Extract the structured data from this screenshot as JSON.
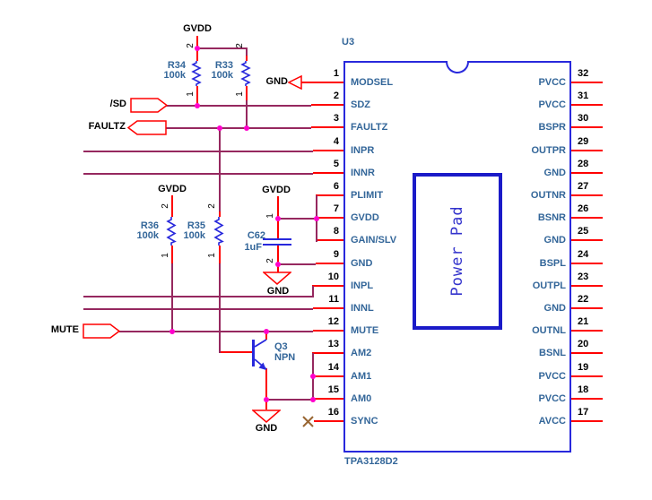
{
  "colors": {
    "wire": "#96285F",
    "pin_red": "#FF0000",
    "symbol_blue": "#2828DC",
    "text_blue": "#336699",
    "junction": "#FF00CC",
    "power_pad_border": "#1A1AC8",
    "power_pad_text": "#3333CC",
    "no_connect": "#996633",
    "black": "#000000"
  },
  "ic": {
    "refdes": "U3",
    "part_number": "TPA3128D2",
    "power_pad_label": "Power Pad",
    "left_pins": [
      {
        "num": "1",
        "name": "MODSEL"
      },
      {
        "num": "2",
        "name": "SDZ"
      },
      {
        "num": "3",
        "name": "FAULTZ"
      },
      {
        "num": "4",
        "name": "INPR"
      },
      {
        "num": "5",
        "name": "INNR"
      },
      {
        "num": "6",
        "name": "PLIMIT"
      },
      {
        "num": "7",
        "name": "GVDD"
      },
      {
        "num": "8",
        "name": "GAIN/SLV"
      },
      {
        "num": "9",
        "name": "GND"
      },
      {
        "num": "10",
        "name": "INPL"
      },
      {
        "num": "11",
        "name": "INNL"
      },
      {
        "num": "12",
        "name": "MUTE"
      },
      {
        "num": "13",
        "name": "AM2"
      },
      {
        "num": "14",
        "name": "AM1"
      },
      {
        "num": "15",
        "name": "AM0"
      },
      {
        "num": "16",
        "name": "SYNC"
      }
    ],
    "right_pins": [
      {
        "num": "32",
        "name": "PVCC"
      },
      {
        "num": "31",
        "name": "PVCC"
      },
      {
        "num": "30",
        "name": "BSPR"
      },
      {
        "num": "29",
        "name": "OUTPR"
      },
      {
        "num": "28",
        "name": "GND"
      },
      {
        "num": "27",
        "name": "OUTNR"
      },
      {
        "num": "26",
        "name": "BSNR"
      },
      {
        "num": "25",
        "name": "GND"
      },
      {
        "num": "24",
        "name": "BSPL"
      },
      {
        "num": "23",
        "name": "OUTPL"
      },
      {
        "num": "22",
        "name": "GND"
      },
      {
        "num": "21",
        "name": "OUTNL"
      },
      {
        "num": "20",
        "name": "BSNL"
      },
      {
        "num": "19",
        "name": "PVCC"
      },
      {
        "num": "18",
        "name": "PVCC"
      },
      {
        "num": "17",
        "name": "AVCC"
      }
    ]
  },
  "ports": {
    "sd": "/SD",
    "faultz": "FAULTZ",
    "mute": "MUTE"
  },
  "power_flags": {
    "gvdd_top": "GVDD",
    "gvdd_mid": "GVDD",
    "gvdd_c62": "GVDD",
    "gnd_pin1": "GND",
    "gnd_c62": "GND",
    "gnd_q3": "GND"
  },
  "components": {
    "r34": {
      "ref": "R34",
      "value": "100k",
      "pin_top": "2",
      "pin_bottom": "1"
    },
    "r33": {
      "ref": "R33",
      "value": "100k",
      "pin_top": "2",
      "pin_bottom": "1"
    },
    "r36": {
      "ref": "R36",
      "value": "100k",
      "pin_top": "2",
      "pin_bottom": "1"
    },
    "r35": {
      "ref": "R35",
      "value": "100k",
      "pin_top": "2",
      "pin_bottom": "1"
    },
    "c62": {
      "ref": "C62",
      "value": "1uF",
      "pin_top": "1",
      "pin_bottom": "2"
    },
    "q3": {
      "ref": "Q3",
      "type": "NPN"
    }
  }
}
